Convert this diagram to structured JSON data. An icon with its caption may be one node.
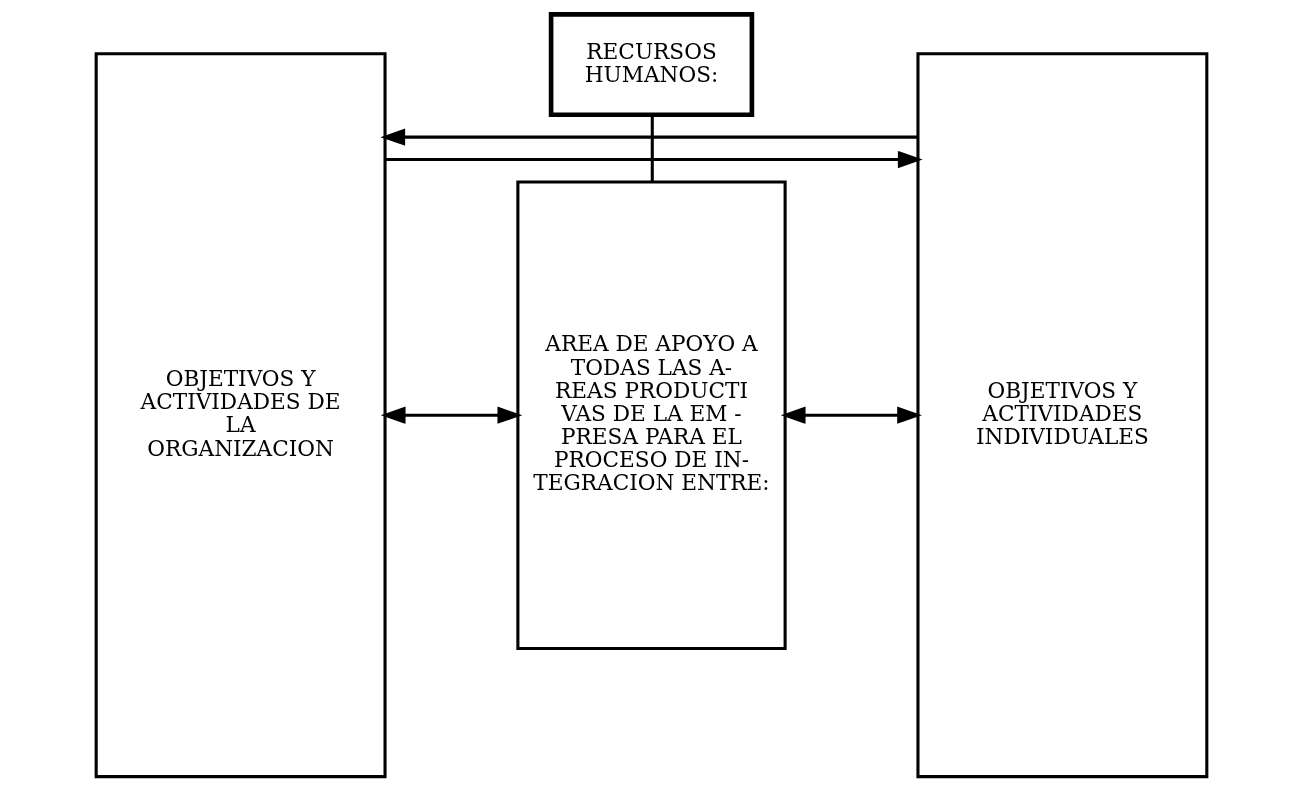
{
  "diagram": {
    "nodes": [
      {
        "text": [
          "OBJETIVOS Y ACTIVIDADES DE LA ORGANIZACION"
        ]
      },
      {
        "text": [
          "RECURSOS HUMANOS:"
        ]
      },
      {
        "text": [
          "AREA DE APOYO A TODAS LAS A- REAS PRODUCTI VAS DE LA EM - PRESA PARA EL PROCESO DE IN- TEGRACION ENTRE:"
        ]
      },
      {
        "text": [
          "OBJETIVOS Y ACTIVIDADES INDIVIDUALES"
        ]
      }
    ],
    "edges": [
      {
        "from": 0,
        "to": 3,
        "arrow": "to"
      },
      {
        "from": 1,
        "to": 2,
        "arrow": "none"
      },
      {
        "from": 0,
        "to": 2,
        "arrow": "both"
      },
      {
        "from": 2,
        "to": 3,
        "arrow": "both"
      },
      {
        "from": 3,
        "to": 0,
        "arrow": "to"
      }
    ]
  }
}
